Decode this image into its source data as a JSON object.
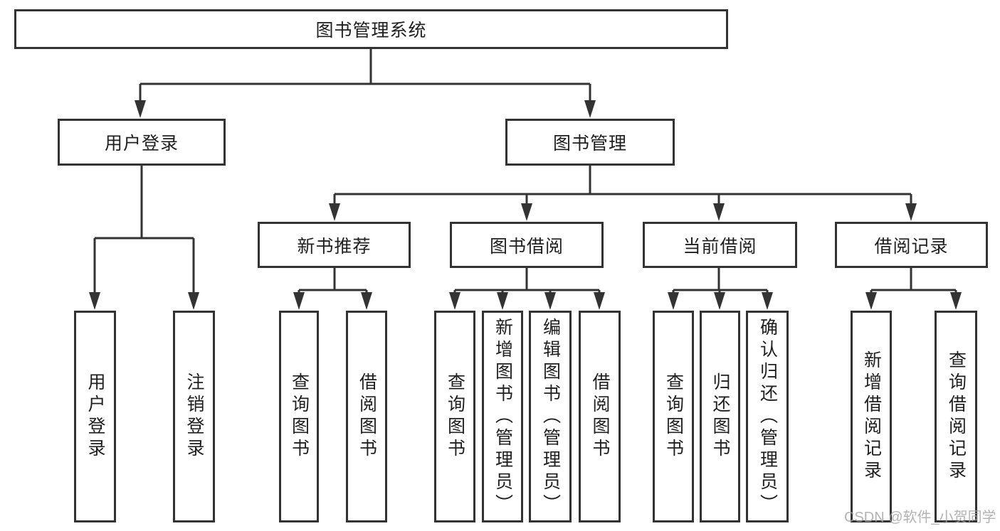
{
  "diagram": {
    "type": "hierarchy-tree",
    "tree": {
      "root": {
        "label": "图书管理系统"
      },
      "level2": [
        {
          "label": "用户登录"
        },
        {
          "label": "图书管理"
        }
      ],
      "level3": [
        {
          "label": "新书推荐"
        },
        {
          "label": "图书借阅"
        },
        {
          "label": "当前借阅"
        },
        {
          "label": "借阅记录"
        }
      ],
      "leaves": {
        "user_login": [
          "用户登录",
          "注销登录"
        ],
        "new_book": [
          "查询图书",
          "借阅图书"
        ],
        "book_borrow": [
          "查询图书",
          "新增图书（管理员）",
          "编辑图书（管理员）",
          "借阅图书"
        ],
        "current_borrow": [
          "查询图书",
          "归还图书",
          "确认归还（管理员）"
        ],
        "borrow_record": [
          "新增借阅记录",
          "查询借阅记录"
        ]
      }
    }
  },
  "watermark": {
    "text": "CSDN @软件_小贺同学"
  },
  "colors": {
    "line": "#333333",
    "text": "#1f1f1f",
    "box_bg": "#ffffff",
    "watermark": "#a6a6a6"
  }
}
